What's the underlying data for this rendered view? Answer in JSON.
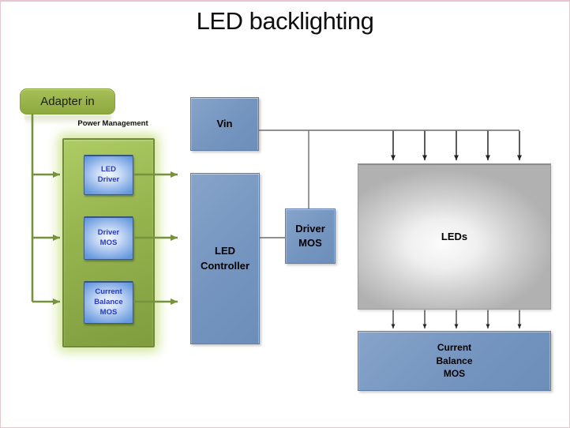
{
  "title": "LED backlighting",
  "colors": {
    "page_border": "#e7c6ce",
    "green_fill_light": "#aecb64",
    "green_fill_dark": "#7f9d3e",
    "green_line": "#76923c",
    "green_glow": "#cee58e",
    "adapter_fill": "#97b248",
    "blue_node_fill": "#7495bf",
    "small_box_fill": "#8fb3e8",
    "small_box_text": "#2739c7",
    "leds_gray": "#c9c9c9",
    "gray_line": "#6b6b6b",
    "arrow_black": "#242424"
  },
  "nodes": {
    "adapter_in": {
      "label": "Adapter in"
    },
    "power_management": {
      "label": "Power Management"
    },
    "pm_led_driver": {
      "label": "LED\nDriver"
    },
    "pm_driver_mos": {
      "label": "Driver\nMOS"
    },
    "pm_current_balance_mos": {
      "label": "Current\nBalance\nMOS"
    },
    "vin": {
      "label": "Vin"
    },
    "led_controller": {
      "label": "LED\nController"
    },
    "driver_mos": {
      "label": "Driver\nMOS"
    },
    "leds": {
      "label": "LEDs"
    },
    "current_balance_mos": {
      "label": "Current\nBalance\nMOS"
    }
  }
}
